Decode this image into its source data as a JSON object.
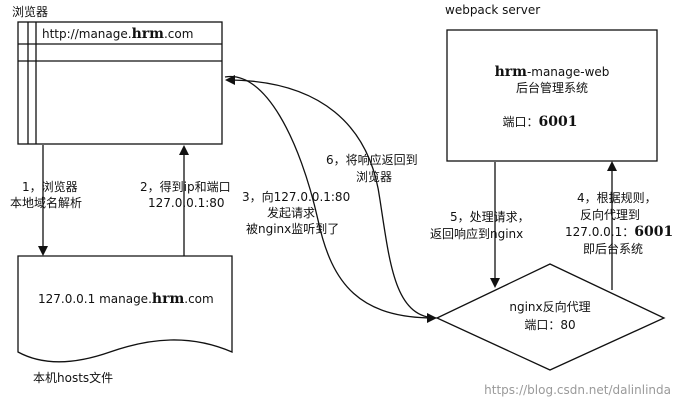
{
  "browser": {
    "title": "浏览器",
    "url_prefix": "http://manage.",
    "url_bold": "hrm",
    "url_suffix": ".com"
  },
  "hosts_file": {
    "entry_prefix": "127.0.0.1 manage.",
    "entry_bold": "hrm",
    "entry_suffix": ".com",
    "caption": "本机hosts文件"
  },
  "webpack_server": {
    "title": "webpack server",
    "app_bold": "hrm",
    "app_suffix": "-manage-web",
    "subtitle": "后台管理系统",
    "port_label": "端口：",
    "port_value": "6001"
  },
  "nginx": {
    "line1": "nginx反向代理",
    "line2": "端口：80"
  },
  "steps": {
    "step1": {
      "line1": "1，浏览器",
      "line2": "本地域名解析"
    },
    "step2": {
      "line1": "2，得到ip和端口",
      "line2": "127.0.0.1:80"
    },
    "step3": {
      "line1": "3，向127.0.0.1:80",
      "line2": "发起请求",
      "line3": "被nginx监听到了"
    },
    "step4": {
      "line1": "4，根据规则，",
      "line2": "反向代理到",
      "line3_prefix": "127.0.0.1：",
      "line3_bold": "6001",
      "line4": "即后台系统"
    },
    "step5": {
      "line1": "5，处理请求，",
      "line2": "返回响应到nginx"
    },
    "step6": {
      "line1": "6，将响应返回到",
      "line2": "浏览器"
    }
  },
  "watermark": "https://blog.csdn.net/dalinlinda"
}
